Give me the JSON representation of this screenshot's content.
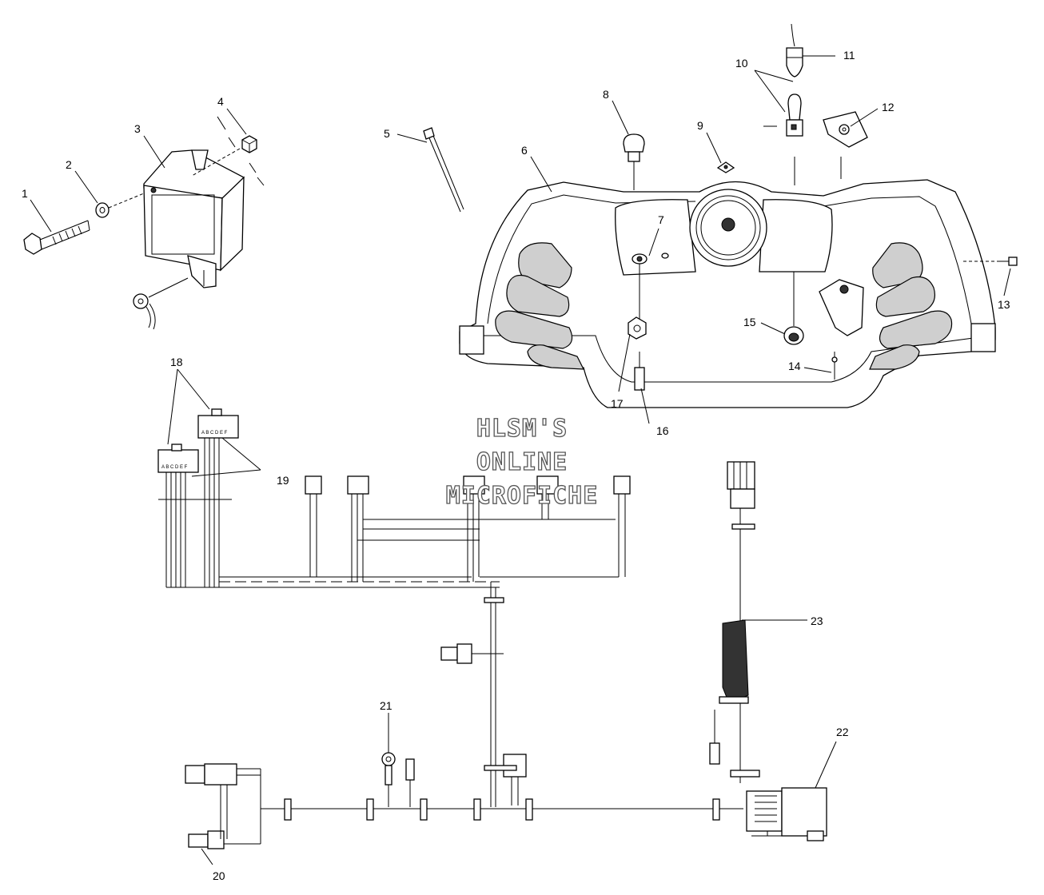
{
  "callouts": [
    "1",
    "2",
    "3",
    "4",
    "5",
    "6",
    "7",
    "8",
    "9",
    "10",
    "11",
    "12",
    "13",
    "14",
    "15",
    "16",
    "17",
    "18",
    "19",
    "20",
    "21",
    "22",
    "23"
  ],
  "watermark": {
    "line1": "HLSM'S",
    "line2": "ONLINE",
    "line3": "MICROFICHE"
  },
  "connector_labels": {
    "left": "A B C D E F",
    "right": "A B C D E F"
  }
}
